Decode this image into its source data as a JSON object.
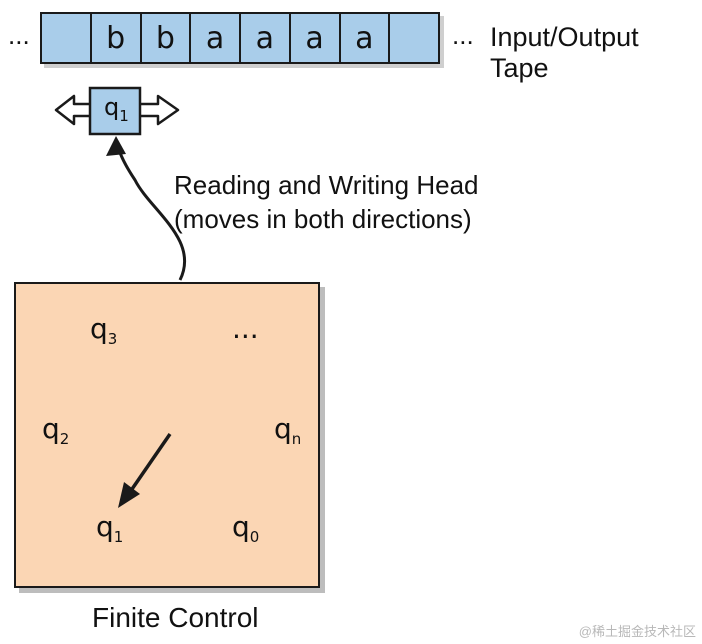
{
  "tape": {
    "left_ellipsis": "...",
    "right_ellipsis": "...",
    "cells": [
      "",
      "b",
      "b",
      "a",
      "a",
      "a",
      "a",
      ""
    ],
    "title": "Input/Output Tape"
  },
  "head": {
    "state": "q",
    "state_sub": "1",
    "caption_line1": "Reading and Writing Head",
    "caption_line2": "(moves in both directions)"
  },
  "finite_control": {
    "title": "Finite Control",
    "states": {
      "q3": {
        "base": "q",
        "sub": "3"
      },
      "dots": "...",
      "q2": {
        "base": "q",
        "sub": "2"
      },
      "qn": {
        "base": "q",
        "sub": "n"
      },
      "q1": {
        "base": "q",
        "sub": "1"
      },
      "q0": {
        "base": "q",
        "sub": "0"
      }
    }
  },
  "watermark": "@稀土掘金技术社区",
  "colors": {
    "tape_fill": "#a9cdea",
    "head_fill": "#a9cdea",
    "control_fill": "#fbd6b4",
    "stroke": "#1a1a1a"
  }
}
